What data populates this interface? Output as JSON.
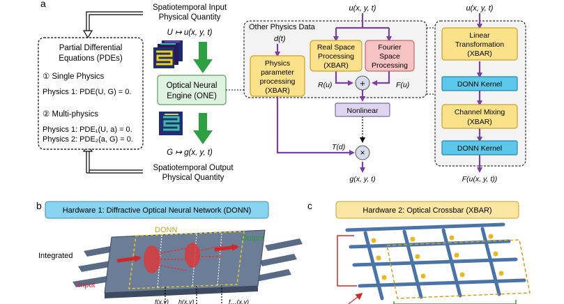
{
  "panels": {
    "a": "a",
    "b": "b",
    "c": "c"
  },
  "pde_box": {
    "title_line1": "Partial Differential",
    "title_line2": "Equations (PDEs)",
    "single_label": "① Single Physics",
    "single_eq": "Physics 1: PDE(U, G) = 0.",
    "multi_label": "② Multi-physics",
    "multi_eq1": "Physics 1: PDE₁(U, a) = 0.",
    "multi_eq2": "Physics 2: PDE₂(a, G) = 0."
  },
  "input": {
    "title1": "Spatiotemporal Input",
    "title2": "Physical Quantity",
    "mapping": "U ↦ u(x, y, t)"
  },
  "one": {
    "line1": "Optical Neural",
    "line2": "Engine (ONE)"
  },
  "output": {
    "mapping": "G ↦ g(x, y, t)",
    "title1": "Spatiotemporal Output",
    "title2": "Physical Quantity"
  },
  "engine": {
    "other_physics": "Other Physics Data",
    "d_t": "d(t)",
    "u_top": "u(x, y, t)",
    "phys_param_1": "Physics",
    "phys_param_2": "parameter",
    "phys_param_3": "processing",
    "phys_param_4": "(XBAR)",
    "real_1": "Real Space",
    "real_2": "Processing",
    "real_3": "(XBAR)",
    "fourier_1": "Fourier",
    "fourier_2": "Space",
    "fourier_3": "Processing",
    "r_u": "R(u)",
    "f_u": "F(u)",
    "plus": "+",
    "nonlinear": "Nonlinear",
    "t_d": "T(d)",
    "times": "×",
    "g_out": "g(x, y, t)"
  },
  "fourier_detail": {
    "u_top": "u(x, y, t)",
    "linear_1": "Linear",
    "linear_2": "Transformation",
    "linear_3": "(XBAR)",
    "donn_kernel_1": "DONN Kernel",
    "channel_1": "Channel Mixing",
    "channel_2": "(XBAR)",
    "donn_kernel_2": "DONN Kernel",
    "f_out": "F(u(x, y, t))"
  },
  "hw1": {
    "title": "Hardware 1: Diffractive Optical Neural Network (DONN)",
    "donn_label": "DONN",
    "output_label": "Output",
    "integrated_label": "Integrated",
    "input_label": "Input",
    "bottom_labels": [
      "f(x,y)",
      "h(x,y)",
      "f…(x,y)"
    ]
  },
  "hw2": {
    "title": "Hardware 2: Optical Crossbar (XBAR)"
  },
  "colors": {
    "purple": "#7a3fa0",
    "yellow_fill": "#fbe28a",
    "yellow_stroke": "#c9a227",
    "pink_fill": "#f7c2c2",
    "pink_stroke": "#c46a6a",
    "blue_fill": "#5bc8ea",
    "blue_stroke": "#2a86aa",
    "green_fill": "#def3e0",
    "green_stroke": "#5d9b63",
    "nonlinear_fill": "#ddd6ee",
    "hw1_fill": "#88d3ef",
    "hw2_fill": "#fbe7a3",
    "arrow_green": "#2ea043",
    "chip": "#5a6b86",
    "xbar_line": "#4a74a8"
  }
}
